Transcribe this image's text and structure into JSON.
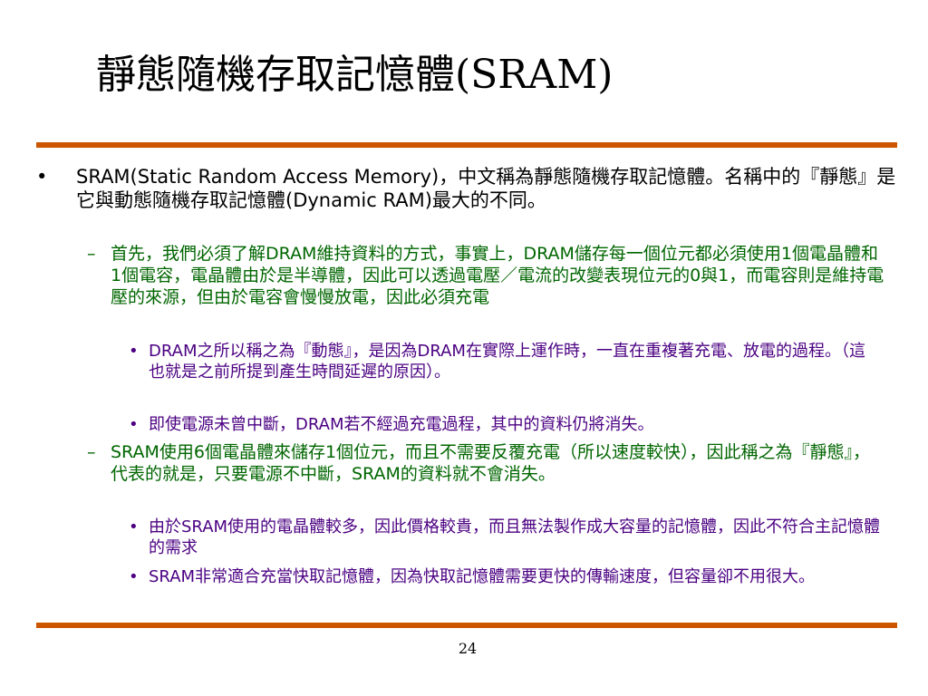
{
  "slide": {
    "title": "靜態隨機存取記憶體(SRAM)",
    "page_number": "24",
    "colors": {
      "rule": "#cc5500",
      "level2_text": "#006600",
      "level3_text": "#4b0082"
    }
  },
  "bullets": {
    "b1": {
      "marker": "•",
      "text": "SRAM(Static Random Access Memory)，中文稱為靜態隨機存取記憶體。名稱中的『靜態』是它與動態隨機存取記憶體(Dynamic RAM)最大的不同。"
    },
    "b1_1": {
      "marker": "–",
      "text": "首先，我們必須了解DRAM維持資料的方式，事實上，DRAM儲存每一個位元都必須使用1個電晶體和1個電容，電晶體由於是半導體，因此可以透過電壓／電流的改變表現位元的0與1，而電容則是維持電壓的來源，但由於電容會慢慢放電，因此必須充電"
    },
    "b1_1_1": {
      "marker": "•",
      "text": "DRAM之所以稱之為『動態』，是因為DRAM在實際上運作時，一直在重複著充電、放電的過程。（這也就是之前所提到產生時間延遲的原因）。"
    },
    "b1_1_2": {
      "marker": "•",
      "text": "即使電源未曾中斷，DRAM若不經過充電過程，其中的資料仍將消失。"
    },
    "b1_2": {
      "marker": "–",
      "text": "SRAM使用6個電晶體來儲存1個位元，而且不需要反覆充電（所以速度較快），因此稱之為『靜態』，代表的就是，只要電源不中斷，SRAM的資料就不會消失。"
    },
    "b1_2_1": {
      "marker": "•",
      "text": "由於SRAM使用的電晶體較多，因此價格較貴，而且無法製作成大容量的記憶體，因此不符合主記憶體的需求"
    },
    "b1_2_2": {
      "marker": "•",
      "text": "SRAM非常適合充當快取記憶體，因為快取記憶體需要更快的傳輸速度，但容量卻不用很大。"
    }
  }
}
